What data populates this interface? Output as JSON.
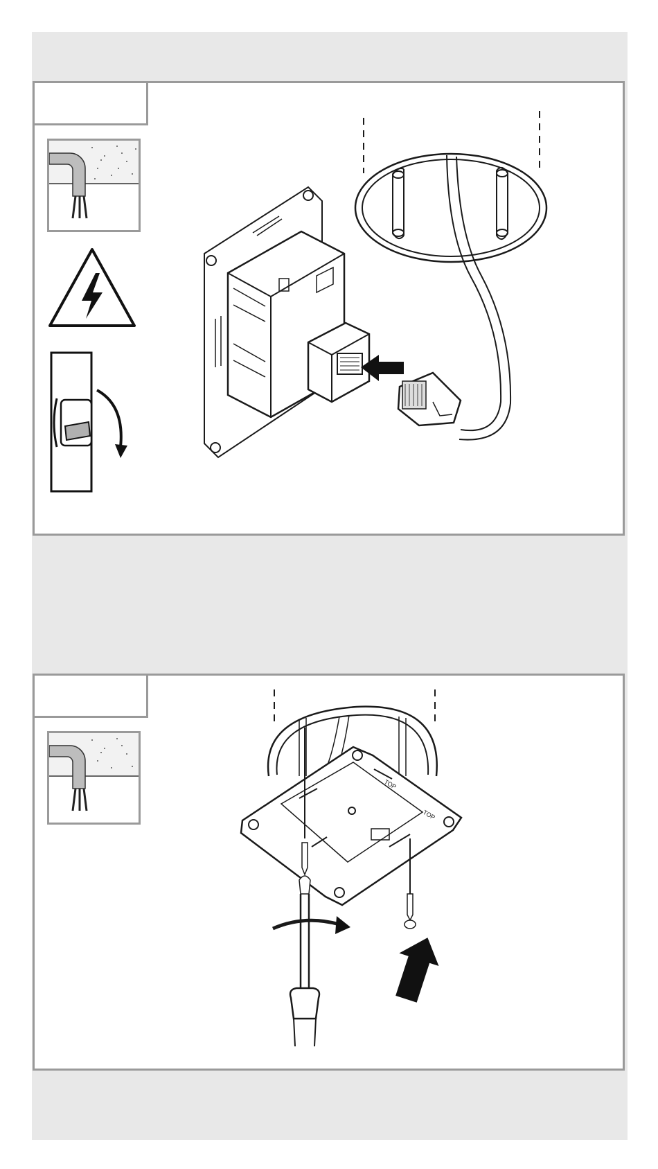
{
  "document": {
    "step_1": {
      "step_label": "",
      "icons": [
        "flush-box-icon",
        "high-voltage-warning-icon",
        "circuit-breaker-off-icon"
      ],
      "illustration": "connect-rj45-plug-to-insert-illustration"
    },
    "step_2": {
      "step_label": "",
      "icons": [
        "flush-box-icon"
      ],
      "illustration": "screw-mounting-frame-to-box-illustration",
      "frame_marking_1": "TOP",
      "frame_marking_2": "TOP"
    }
  },
  "colors": {
    "page_band": "#e8e8e8",
    "panel_border": "#9a9a9a",
    "line_art": "#1a1a1a",
    "arrow_fill": "#111111"
  }
}
